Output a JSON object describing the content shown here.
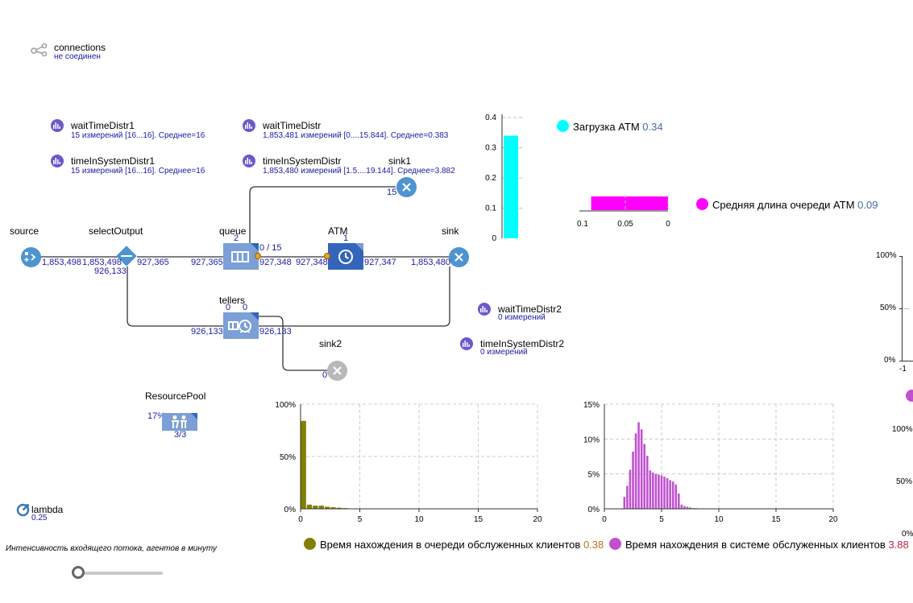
{
  "connections": {
    "title": "connections",
    "status": "не соединен"
  },
  "stats": {
    "waitTimeDistr1": {
      "name": "waitTimeDistr1",
      "info": "15 измерений [16...16]. Среднее=16"
    },
    "timeInSystemDistr1": {
      "name": "timeInSystemDistr1",
      "info": "15 измерений [16...16]. Среднее=16"
    },
    "waitTimeDistr": {
      "name": "waitTimeDistr",
      "info": "1,853,481 измерений [0....15.844]. Среднее=0.383"
    },
    "timeInSystemDistr": {
      "name": "timeInSystemDistr",
      "info": "1,853,480 измерений [1.5....19.144]. Среднее=3.882"
    },
    "waitTimeDistr2": {
      "name": "waitTimeDistr2",
      "info": "0 измерений"
    },
    "timeInSystemDistr2": {
      "name": "timeInSystemDistr2",
      "info": "0 измерений"
    }
  },
  "blocks": {
    "source": {
      "label": "source",
      "out": "1,853,498"
    },
    "selectOutput": {
      "label": "selectOutput",
      "in": "1,853,498",
      "out_top": "927,365",
      "out_bottom": "926,133"
    },
    "queue": {
      "label": "queue",
      "count": "2",
      "in": "927,365",
      "capacity": "0 / 15",
      "out": "927,348"
    },
    "atm": {
      "label": "ATM",
      "count": "1",
      "in": "927,348",
      "out": "927,347"
    },
    "sink": {
      "label": "sink",
      "in": "1,853,480"
    },
    "sink1": {
      "label": "sink1",
      "in": "15"
    },
    "tellers": {
      "label": "tellers",
      "count_a": "0",
      "count_b": "0",
      "in": "926,133",
      "out": "926,133"
    },
    "sink2": {
      "label": "sink2",
      "in": "0"
    },
    "resourcePool": {
      "label": "ResourcePool",
      "utilization": "17%",
      "available": "3/3"
    }
  },
  "parameter": {
    "name": "lambda",
    "value": "0.25"
  },
  "slider": {
    "caption": "Интенсивность входящего потока, агентов в минуту",
    "value_fraction": 0.0
  },
  "legends": {
    "atm_load": {
      "label": "Загрузка ATM",
      "value": "0.34",
      "color": "#00ffff"
    },
    "queue_len": {
      "label": "Средняя длина очереди ATM",
      "value": "0.09",
      "color": "#ff00ff"
    },
    "wait_time": {
      "label": "Время нахождения в очереди обслуженных клиентов",
      "value": "0.38",
      "color": "#808000"
    },
    "sys_time": {
      "label": "Время нахождения в системе обслуженных клиентов",
      "value": "3.88",
      "color": "#c050d0"
    }
  },
  "colors": {
    "flow_blue": "#4d94d0",
    "block_blue": "#3366bb",
    "block_light": "#7b9fd6",
    "link_blue": "#1a1aa6"
  },
  "chart_data": [
    {
      "type": "bar",
      "id": "atm-load-bar",
      "values": [
        0.34
      ],
      "ylim": [
        0,
        0.4
      ],
      "yticks": [
        "0",
        "0.1",
        "0.2",
        "0.3",
        "0.4"
      ],
      "color": "#00ffff"
    },
    {
      "type": "bar",
      "id": "queue-length-bar",
      "orientation": "horizontal-reversed",
      "values": [
        0.09
      ],
      "xlim": [
        0.1,
        0
      ],
      "xticks": [
        "0.1",
        "0.05",
        "0"
      ],
      "color": "#ff00ff"
    },
    {
      "type": "bar",
      "id": "wait-time-histogram",
      "x": [
        0.25,
        0.75,
        1.25,
        1.75,
        2.25,
        2.75,
        3.25,
        3.75,
        4.25,
        4.75
      ],
      "values": [
        84,
        4,
        3,
        3,
        2,
        1.5,
        1,
        0.7,
        0.4,
        0.2
      ],
      "xlim": [
        0,
        20
      ],
      "xticks": [
        "0",
        "5",
        "10",
        "15",
        "20"
      ],
      "ylim": [
        0,
        100
      ],
      "yticks": [
        "0%",
        "50%",
        "100%"
      ],
      "color": "#808000"
    },
    {
      "type": "bar",
      "id": "system-time-histogram",
      "x": [
        1.75,
        2.0,
        2.25,
        2.5,
        2.75,
        3.0,
        3.25,
        3.5,
        3.75,
        4.0,
        4.25,
        4.5,
        4.75,
        5.0,
        5.25,
        5.5,
        5.75,
        6.0,
        6.25,
        6.5,
        6.75,
        7.0,
        7.25,
        7.5,
        7.75,
        8.0
      ],
      "values": [
        1.7,
        3.3,
        5.6,
        8.2,
        10.8,
        12.4,
        11.4,
        9.3,
        7.6,
        5.5,
        5.2,
        5.0,
        4.9,
        4.8,
        4.6,
        4.4,
        4.1,
        3.9,
        3.5,
        2.2,
        0.6,
        0.4,
        0.3,
        0.2,
        0.1,
        0.1
      ],
      "xlim": [
        0,
        20
      ],
      "xticks": [
        "0",
        "5",
        "10",
        "15",
        "20"
      ],
      "ylim": [
        0,
        15
      ],
      "yticks": [
        "0%",
        "5%",
        "10%",
        "15%"
      ],
      "color": "#c050d0"
    }
  ],
  "partial_axes": {
    "right_top_yticks": [
      "100%",
      "50%",
      "0%"
    ],
    "right_top_xtick": "-1",
    "right_bottom_yticks": [
      "100%",
      "50%",
      "0%"
    ]
  }
}
